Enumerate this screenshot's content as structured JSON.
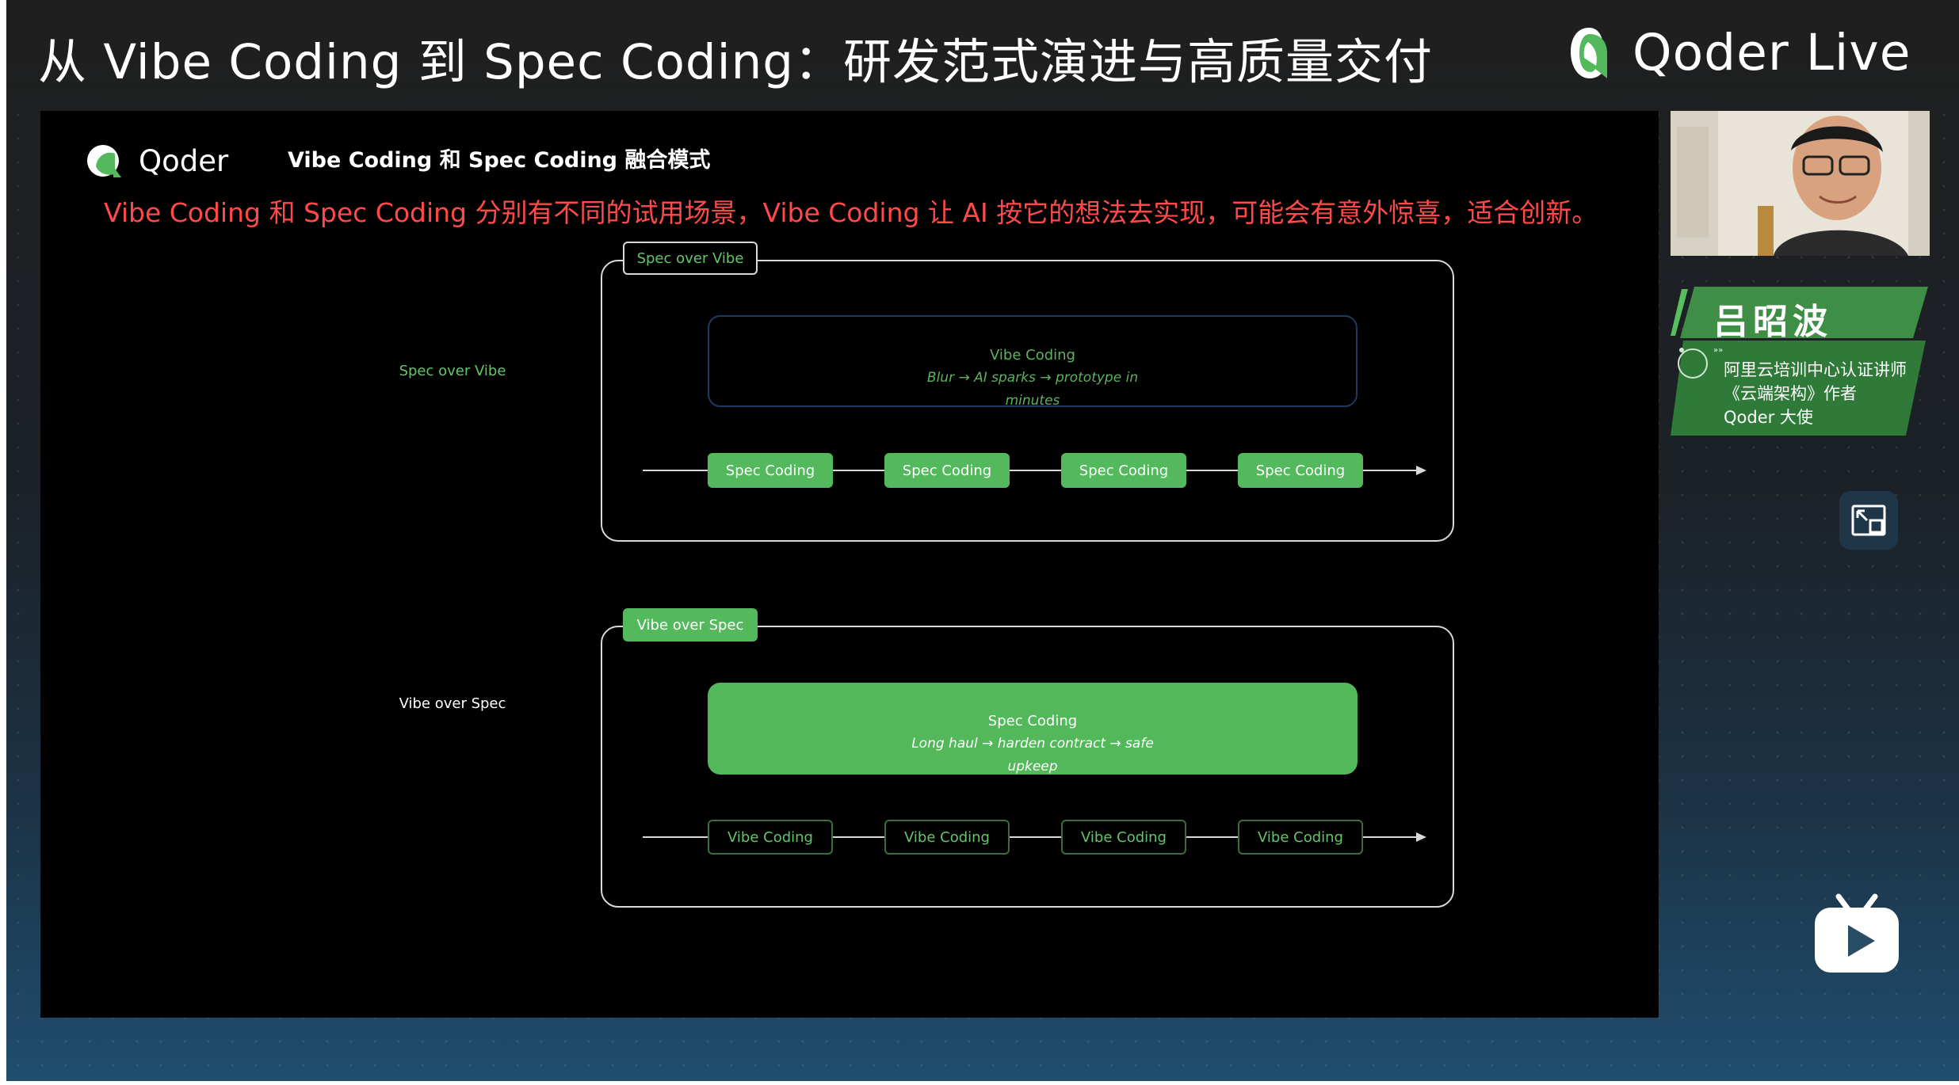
{
  "header": {
    "title": "从 Vibe Coding 到 Spec Coding：研发范式演进与高质量交付",
    "brand": "Qoder Live"
  },
  "slide": {
    "logo_text": "Qoder",
    "title": "Vibe Coding 和 Spec Coding 融合模式",
    "subtitle": "Vibe Coding 和 Spec Coding 分别有不同的试用场景，Vibe Coding 让 AI 按它的想法去实现，可能会有意外惊喜，适合创新。",
    "sections": [
      {
        "side_label": "Spec over Vibe",
        "tag": "Spec over Vibe",
        "box_title": "Vibe Coding",
        "box_desc": "Blur → AI sparks → prototype in minutes",
        "nodes": [
          "Spec Coding",
          "Spec Coding",
          "Spec Coding",
          "Spec Coding"
        ]
      },
      {
        "side_label": "Vibe over Spec",
        "tag": "Vibe over Spec",
        "box_title": "Spec Coding",
        "box_desc": "Long haul → harden contract → safe upkeep",
        "nodes": [
          "Vibe Coding",
          "Vibe Coding",
          "Vibe Coding",
          "Vibe Coding"
        ]
      }
    ]
  },
  "speaker": {
    "name": "吕昭波",
    "titles": [
      "阿里云培训中心认证讲师",
      "《云端架构》作者",
      "Qoder 大使"
    ]
  },
  "colors": {
    "accent_green": "#54b85c",
    "alert_red": "#ff4a4a",
    "badge_green": "#3e8e45"
  }
}
